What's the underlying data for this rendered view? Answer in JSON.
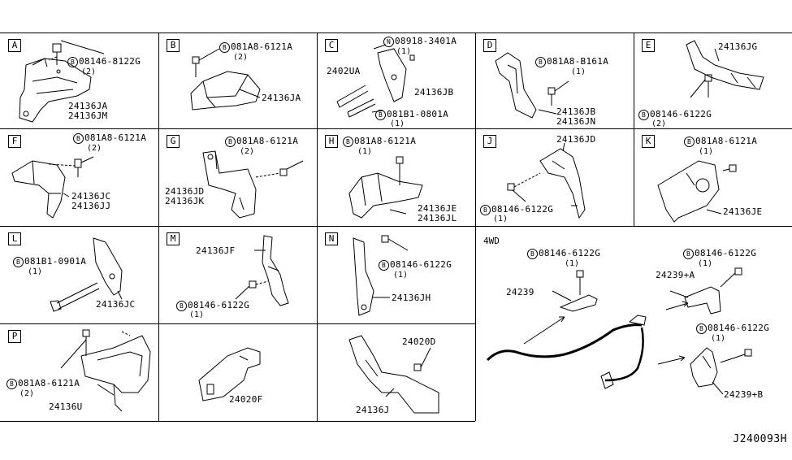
{
  "diagram_id": "J240093H",
  "four_wd_label": "4WD",
  "symbols": {
    "b": "B",
    "n": "N"
  },
  "panels": {
    "A": {
      "letter": "A",
      "bolt": "08146-8122G",
      "bolt_qty": "(2)",
      "parts": [
        "24136JA",
        "24136JM"
      ]
    },
    "B": {
      "letter": "B",
      "bolt": "081A8-6121A",
      "bolt_qty": "(2)",
      "parts": [
        "24136JA"
      ]
    },
    "C": {
      "letter": "C",
      "nut": "08918-3401A",
      "nut_qty": "(1)",
      "bolt": "081B1-0801A",
      "bolt_qty": "(1)",
      "parts": [
        "2402UA",
        "24136JB"
      ]
    },
    "D": {
      "letter": "D",
      "bolt": "081A8-B161A",
      "bolt_qty": "(1)",
      "parts": [
        "24136JB",
        "24136JN"
      ]
    },
    "E": {
      "letter": "E",
      "bolt": "08146-6122G",
      "bolt_qty": "(2)",
      "parts": [
        "24136JG"
      ]
    },
    "F": {
      "letter": "F",
      "bolt": "081A8-6121A",
      "bolt_qty": "(2)",
      "parts": [
        "24136JC",
        "24136JJ"
      ]
    },
    "G": {
      "letter": "G",
      "bolt": "081A8-6121A",
      "bolt_qty": "(2)",
      "parts": [
        "24136JD",
        "24136JK"
      ]
    },
    "H": {
      "letter": "H",
      "bolt": "081A8-6121A",
      "bolt_qty": "(1)",
      "parts": [
        "24136JE",
        "24136JL"
      ]
    },
    "J": {
      "letter": "J",
      "bolt": "08146-6122G",
      "bolt_qty": "(1)",
      "parts": [
        "24136JD"
      ]
    },
    "K": {
      "letter": "K",
      "bolt": "081A8-6121A",
      "bolt_qty": "(1)",
      "parts": [
        "24136JE"
      ]
    },
    "L": {
      "letter": "L",
      "bolt": "081B1-0901A",
      "bolt_qty": "(1)",
      "parts": [
        "24136JC"
      ]
    },
    "M": {
      "letter": "M",
      "bolt": "08146-6122G",
      "bolt_qty": "(1)",
      "parts": [
        "24136JF"
      ]
    },
    "N": {
      "letter": "N",
      "bolt": "08146-6122G",
      "bolt_qty": "(1)",
      "parts": [
        "24136JH"
      ]
    },
    "P": {
      "letter": "P",
      "bolt": "081A8-6121A",
      "bolt_qty": "(2)",
      "parts": [
        "24136U"
      ]
    },
    "Q": {
      "parts": [
        "24020F"
      ]
    },
    "R": {
      "parts": [
        "24020D",
        "24136J"
      ]
    },
    "W": {
      "bolt1": "08146-6122G",
      "bolt1_qty": "(1)",
      "bolt2": "08146-6122G",
      "bolt2_qty": "(1)",
      "bolt3": "08146-6122G",
      "bolt3_qty": "(1)",
      "parts": [
        "24239",
        "24239+A",
        "24239+B"
      ]
    }
  }
}
